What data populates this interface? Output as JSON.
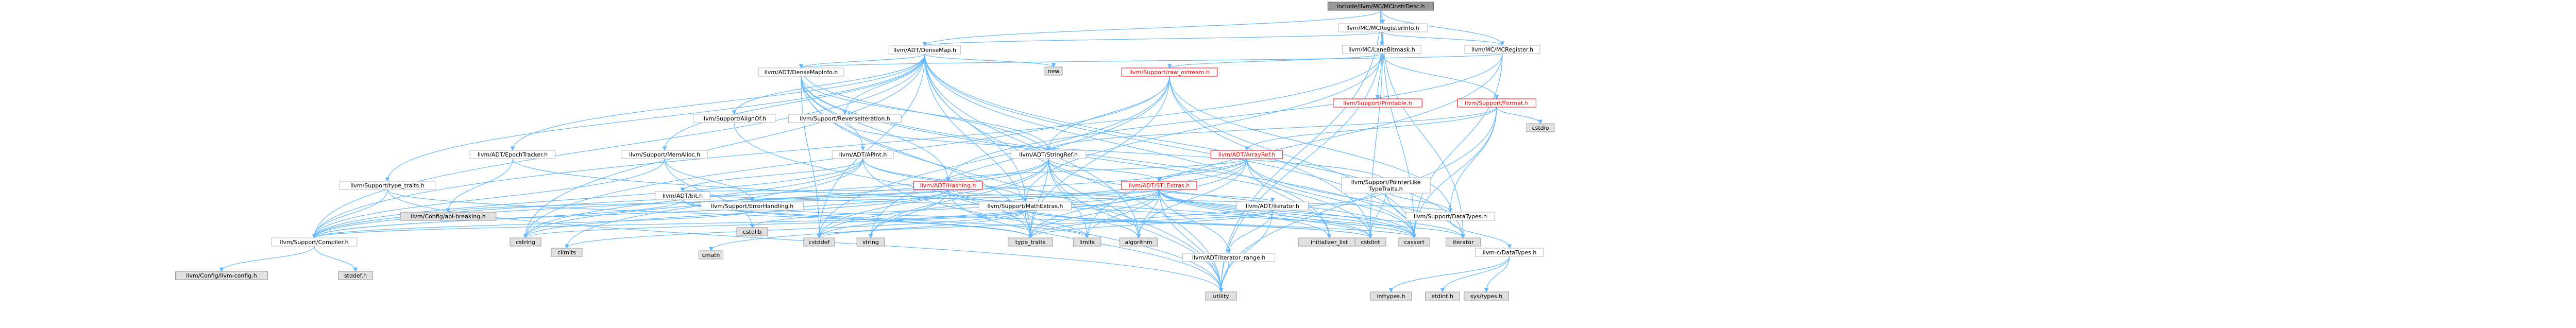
{
  "colors": {
    "node_fill": "#ffffff",
    "node_stroke": "#b8b8b8",
    "root_fill": "#999999",
    "root_stroke": "#666666",
    "external_fill": "#e0e0e0",
    "external_stroke": "#999999",
    "highlight_text": "#ff0000",
    "highlight_stroke": "#ff0000",
    "edge": "#63b8ff"
  },
  "graph": {
    "nodes": [
      {
        "id": "root",
        "label": "include/llvm/MC/MCInstrDesc.h",
        "kind": "root"
      },
      {
        "id": "mcreginfo",
        "label": "llvm/MC/MCRegisterInfo.h",
        "kind": "normal"
      },
      {
        "id": "densemap",
        "label": "llvm/ADT/DenseMap.h",
        "kind": "normal"
      },
      {
        "id": "lanebitmask",
        "label": "llvm/MC/LaneBitmask.h",
        "kind": "normal"
      },
      {
        "id": "mcregister",
        "label": "llvm/MC/MCRegister.h",
        "kind": "normal"
      },
      {
        "id": "new",
        "label": "new",
        "kind": "external"
      },
      {
        "id": "densemapinfo",
        "label": "llvm/ADT/DenseMapInfo.h",
        "kind": "normal"
      },
      {
        "id": "rawostream",
        "label": "llvm/Support/raw_ostream.h",
        "kind": "highlight"
      },
      {
        "id": "printable",
        "label": "llvm/Support/Printable.h",
        "kind": "highlight"
      },
      {
        "id": "format",
        "label": "llvm/Support/Format.h",
        "kind": "highlight"
      },
      {
        "id": "alignof",
        "label": "llvm/Support/AlignOf.h",
        "kind": "normal"
      },
      {
        "id": "reverseiter",
        "label": "llvm/Support/ReverseIteration.h",
        "kind": "normal"
      },
      {
        "id": "apint",
        "label": "llvm/ADT/APInt.h",
        "kind": "normal"
      },
      {
        "id": "stringref",
        "label": "llvm/ADT/StringRef.h",
        "kind": "normal"
      },
      {
        "id": "arrayref",
        "label": "llvm/ADT/ArrayRef.h",
        "kind": "highlight"
      },
      {
        "id": "cstdio",
        "label": "cstdio",
        "kind": "external"
      },
      {
        "id": "epochtracker",
        "label": "llvm/ADT/EpochTracker.h",
        "kind": "normal"
      },
      {
        "id": "memalloc",
        "label": "llvm/Support/MemAlloc.h",
        "kind": "normal"
      },
      {
        "id": "hashing",
        "label": "llvm/ADT/Hashing.h",
        "kind": "highlight"
      },
      {
        "id": "stlextras",
        "label": "llvm/ADT/STLExtras.h",
        "kind": "highlight"
      },
      {
        "id": "ptrliketraits",
        "label": "llvm/Support/PointerLike\nTypeTraits.h",
        "kind": "normal"
      },
      {
        "id": "typetraits_h",
        "label": "llvm/Support/type_traits.h",
        "kind": "normal"
      },
      {
        "id": "bit",
        "label": "llvm/ADT/bit.h",
        "kind": "normal"
      },
      {
        "id": "errhandling",
        "label": "llvm/Support/ErrorHandling.h",
        "kind": "normal"
      },
      {
        "id": "mathextras",
        "label": "llvm/Support/MathExtras.h",
        "kind": "normal"
      },
      {
        "id": "adtiterator",
        "label": "llvm/ADT/iterator.h",
        "kind": "normal"
      },
      {
        "id": "iterrange",
        "label": "llvm/ADT/iterator_range.h",
        "kind": "normal"
      },
      {
        "id": "datatypes",
        "label": "llvm/Support/DataTypes.h",
        "kind": "normal"
      },
      {
        "id": "cdatatypes",
        "label": "llvm-c/DataTypes.h",
        "kind": "normal"
      },
      {
        "id": "abibreaking",
        "label": "llvm/Config/abi-breaking.h",
        "kind": "external"
      },
      {
        "id": "cstdlib",
        "label": "cstdlib",
        "kind": "external"
      },
      {
        "id": "compiler",
        "label": "llvm/Support/Compiler.h",
        "kind": "normal"
      },
      {
        "id": "llvmconfig",
        "label": "llvm/Config/llvm-config.h",
        "kind": "external"
      },
      {
        "id": "stddef",
        "label": "stddef.h",
        "kind": "external"
      },
      {
        "id": "cstring",
        "label": "cstring",
        "kind": "external"
      },
      {
        "id": "climits",
        "label": "climits",
        "kind": "external"
      },
      {
        "id": "cmath",
        "label": "cmath",
        "kind": "external"
      },
      {
        "id": "cstddef",
        "label": "cstddef",
        "kind": "external"
      },
      {
        "id": "string",
        "label": "string",
        "kind": "external"
      },
      {
        "id": "typetraits",
        "label": "type_traits",
        "kind": "external"
      },
      {
        "id": "limits",
        "label": "limits",
        "kind": "external"
      },
      {
        "id": "algorithm",
        "label": "algorithm",
        "kind": "external"
      },
      {
        "id": "initlist",
        "label": "initializer_list",
        "kind": "external"
      },
      {
        "id": "cstdint",
        "label": "cstdint",
        "kind": "external"
      },
      {
        "id": "cassert",
        "label": "cassert",
        "kind": "external"
      },
      {
        "id": "iterator",
        "label": "iterator",
        "kind": "external"
      },
      {
        "id": "utility",
        "label": "utility",
        "kind": "external"
      },
      {
        "id": "inttypes",
        "label": "inttypes.h",
        "kind": "external"
      },
      {
        "id": "stdint",
        "label": "stdint.h",
        "kind": "external"
      },
      {
        "id": "systypes",
        "label": "sys/types.h",
        "kind": "external"
      }
    ],
    "edges": [
      [
        "root",
        "mcreginfo"
      ],
      [
        "root",
        "densemap"
      ],
      [
        "root",
        "lanebitmask"
      ],
      [
        "root",
        "mcregister"
      ],
      [
        "root",
        "utility"
      ],
      [
        "mcreginfo",
        "densemap"
      ],
      [
        "mcreginfo",
        "lanebitmask"
      ],
      [
        "mcreginfo",
        "mcregister"
      ],
      [
        "mcreginfo",
        "cassert"
      ],
      [
        "mcreginfo",
        "cstdint"
      ],
      [
        "mcreginfo",
        "iterator"
      ],
      [
        "mcreginfo",
        "utility"
      ],
      [
        "densemap",
        "densemapinfo"
      ],
      [
        "densemap",
        "new"
      ],
      [
        "densemap",
        "epochtracker"
      ],
      [
        "densemap",
        "alignof"
      ],
      [
        "densemap",
        "compiler"
      ],
      [
        "densemap",
        "mathextras"
      ],
      [
        "densemap",
        "memalloc"
      ],
      [
        "densemap",
        "reverseiter"
      ],
      [
        "densemap",
        "typetraits_h"
      ],
      [
        "densemap",
        "algorithm"
      ],
      [
        "densemap",
        "cassert"
      ],
      [
        "densemap",
        "cstddef"
      ],
      [
        "densemap",
        "cstring"
      ],
      [
        "densemap",
        "initlist"
      ],
      [
        "densemap",
        "iterator"
      ],
      [
        "densemap",
        "typetraits"
      ],
      [
        "densemap",
        "utility"
      ],
      [
        "lanebitmask",
        "compiler"
      ],
      [
        "lanebitmask",
        "mathextras"
      ],
      [
        "lanebitmask",
        "printable"
      ],
      [
        "lanebitmask",
        "format"
      ],
      [
        "lanebitmask",
        "rawostream"
      ],
      [
        "mcregister",
        "densemapinfo"
      ],
      [
        "mcregister",
        "hashing"
      ],
      [
        "mcregister",
        "cassert"
      ],
      [
        "mcregister",
        "limits"
      ],
      [
        "densemapinfo",
        "cassert"
      ],
      [
        "densemapinfo",
        "cstddef"
      ],
      [
        "densemapinfo",
        "cstdint"
      ],
      [
        "densemapinfo",
        "tuple"
      ],
      [
        "densemapinfo",
        "typetraits"
      ],
      [
        "densemapinfo",
        "utility"
      ],
      [
        "densemapinfo",
        "apint"
      ],
      [
        "densemapinfo",
        "stringref"
      ],
      [
        "densemapinfo",
        "hashing"
      ],
      [
        "rawostream",
        "stringref"
      ],
      [
        "rawostream",
        "datatypes"
      ],
      [
        "rawostream",
        "cassert"
      ],
      [
        "rawostream",
        "cstddef"
      ],
      [
        "rawostream",
        "cstdint"
      ],
      [
        "rawostream",
        "cstring"
      ],
      [
        "rawostream",
        "string"
      ],
      [
        "rawostream",
        "typetraits"
      ],
      [
        "format",
        "arrayref"
      ],
      [
        "format",
        "stringref"
      ],
      [
        "format",
        "datatypes"
      ],
      [
        "format",
        "cassert"
      ],
      [
        "format",
        "cstdio"
      ],
      [
        "format",
        "tuple"
      ],
      [
        "format",
        "utility"
      ],
      [
        "alignof",
        "typetraits"
      ],
      [
        "reverseiter",
        "ptrliketraits"
      ],
      [
        "apint",
        "bit"
      ],
      [
        "apint",
        "compiler"
      ],
      [
        "apint",
        "mathextras"
      ],
      [
        "apint",
        "cassert"
      ],
      [
        "apint",
        "climits"
      ],
      [
        "apint",
        "cstring"
      ],
      [
        "apint",
        "utility"
      ],
      [
        "stringref",
        "densemapinfo"
      ],
      [
        "stringref",
        "stlextras"
      ],
      [
        "stringref",
        "iterator_range"
      ],
      [
        "stringref",
        "compiler"
      ],
      [
        "stringref",
        "algorithm"
      ],
      [
        "stringref",
        "cassert"
      ],
      [
        "stringref",
        "cstddef"
      ],
      [
        "stringref",
        "cstring"
      ],
      [
        "stringref",
        "limits"
      ],
      [
        "stringref",
        "string"
      ],
      [
        "stringref",
        "typetraits"
      ],
      [
        "stringref",
        "utility"
      ],
      [
        "arrayref",
        "hashing"
      ],
      [
        "arrayref",
        "stlextras"
      ],
      [
        "arrayref",
        "compiler"
      ],
      [
        "arrayref",
        "algorithm"
      ],
      [
        "arrayref",
        "cassert"
      ],
      [
        "arrayref",
        "cstddef"
      ],
      [
        "arrayref",
        "initlist"
      ],
      [
        "arrayref",
        "iterator"
      ],
      [
        "arrayref",
        "typetraits"
      ],
      [
        "epochtracker",
        "abibreaking"
      ],
      [
        "epochtracker",
        "cstdint"
      ],
      [
        "memalloc",
        "compiler"
      ],
      [
        "memalloc",
        "errhandling"
      ],
      [
        "memalloc",
        "cstdlib"
      ],
      [
        "hashing",
        "bit"
      ],
      [
        "hashing",
        "compiler"
      ],
      [
        "hashing",
        "datatypes"
      ],
      [
        "hashing",
        "errhandling"
      ],
      [
        "hashing",
        "algorithm"
      ],
      [
        "hashing",
        "cassert"
      ],
      [
        "hashing",
        "cstring"
      ],
      [
        "hashing",
        "string"
      ],
      [
        "hashing",
        "tuple"
      ],
      [
        "hashing",
        "utility"
      ],
      [
        "stlextras",
        "adtiterator"
      ],
      [
        "stlextras",
        "iterrange"
      ],
      [
        "stlextras",
        "abibreaking"
      ],
      [
        "stlextras",
        "errhandling"
      ],
      [
        "stlextras",
        "algorithm"
      ],
      [
        "stlextras",
        "cassert"
      ],
      [
        "stlextras",
        "cstddef"
      ],
      [
        "stlextras",
        "cstdint"
      ],
      [
        "stlextras",
        "cstdlib"
      ],
      [
        "stlextras",
        "initlist"
      ],
      [
        "stlextras",
        "iterator"
      ],
      [
        "stlextras",
        "limits"
      ],
      [
        "stlextras",
        "typetraits"
      ],
      [
        "stlextras",
        "utility"
      ],
      [
        "ptrliketraits",
        "datatypes"
      ],
      [
        "ptrliketraits",
        "cassert"
      ],
      [
        "ptrliketraits",
        "cstdint"
      ],
      [
        "ptrliketraits",
        "typetraits"
      ],
      [
        "typetraits_h",
        "compiler"
      ],
      [
        "typetraits_h",
        "typetraits"
      ],
      [
        "typetraits_h",
        "utility"
      ],
      [
        "bit",
        "compiler"
      ],
      [
        "bit",
        "cstdint"
      ],
      [
        "bit",
        "limits"
      ],
      [
        "bit",
        "typetraits"
      ],
      [
        "errhandling",
        "compiler"
      ],
      [
        "mathextras",
        "bit"
      ],
      [
        "mathextras",
        "compiler"
      ],
      [
        "mathextras",
        "cassert"
      ],
      [
        "mathextras",
        "climits"
      ],
      [
        "mathextras",
        "cmath"
      ],
      [
        "mathextras",
        "cstdint"
      ],
      [
        "mathextras",
        "cstring"
      ],
      [
        "mathextras",
        "limits"
      ],
      [
        "mathextras",
        "typetraits"
      ],
      [
        "adtiterator",
        "iterrange"
      ],
      [
        "adtiterator",
        "cstddef"
      ],
      [
        "adtiterator",
        "iterator"
      ],
      [
        "adtiterator",
        "typetraits"
      ],
      [
        "adtiterator",
        "utility"
      ],
      [
        "iterrange",
        "utility"
      ],
      [
        "datatypes",
        "cdatatypes"
      ],
      [
        "cdatatypes",
        "inttypes"
      ],
      [
        "cdatatypes",
        "stdint"
      ],
      [
        "cdatatypes",
        "systypes"
      ],
      [
        "compiler",
        "llvmconfig"
      ],
      [
        "compiler",
        "stddef"
      ]
    ]
  }
}
